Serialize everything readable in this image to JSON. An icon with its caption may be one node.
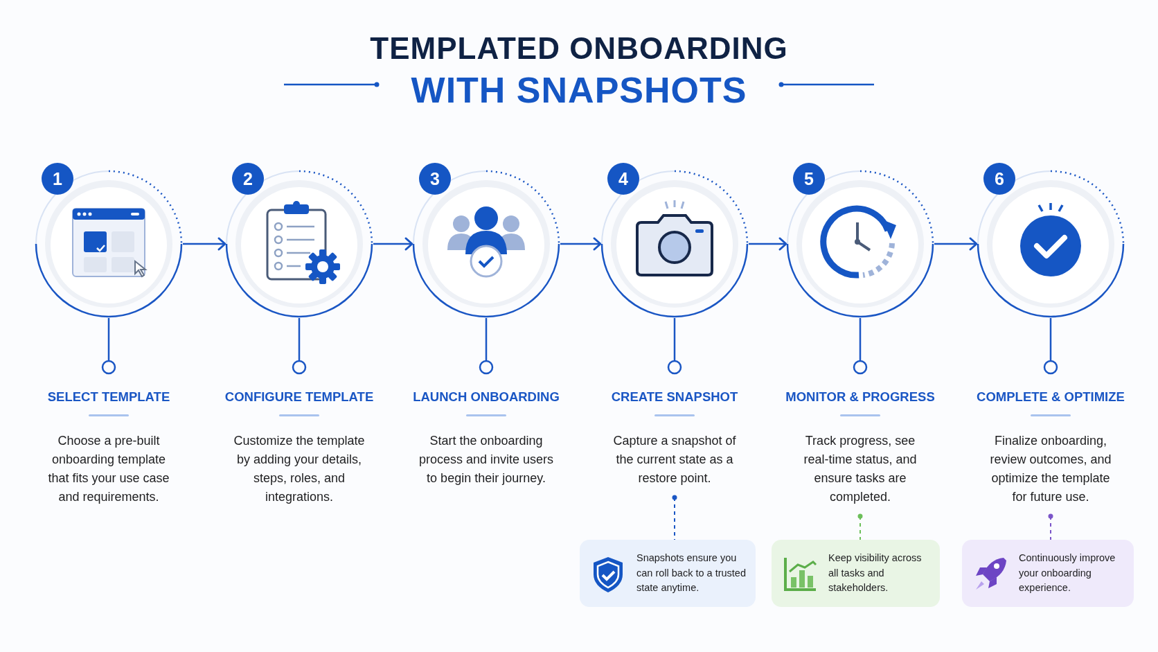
{
  "diagram": {
    "title": "TEMPLATED ONBOARDING WITH SNAPSHOTS",
    "nodes": [
      {
        "text": [
          "1"
        ]
      },
      {
        "text": [],
        "shape": "circle"
      },
      {
        "text": [
          "SELECT TEMPLATE",
          "Choose a pre-built onboarding template that fits your use case and requirements."
        ]
      },
      {
        "text": [
          "2"
        ]
      },
      {
        "text": [],
        "shape": "circle"
      },
      {
        "text": [
          "CONFIGURE TEMPLATE",
          "Customize the template by adding your details, steps, roles, and integrations."
        ]
      },
      {
        "text": [
          "3"
        ]
      },
      {
        "text": [],
        "shape": "circle"
      },
      {
        "text": [
          "LAUNCH ONBOARDING",
          "Start the onboarding process and invite users to begin their journey."
        ]
      },
      {
        "text": [
          "4"
        ]
      },
      {
        "text": [],
        "shape": "circle"
      },
      {
        "text": [
          "CREATE SNAPSHOT",
          "Capture a snapshot of the current state as a restore point."
        ]
      },
      {
        "text": [
          "5"
        ]
      },
      {
        "text": [],
        "shape": "circle"
      },
      {
        "text": [
          "MONITOR & PROGRESS",
          "Track progress, see real-time status, and ensure tasks are completed."
        ]
      },
      {
        "text": [
          "6"
        ]
      },
      {
        "text": [],
        "shape": "circle"
      },
      {
        "text": [
          "COMPLETE & OPTIMIZE",
          "Finalize onboarding, review outcomes, and optimize the template for future use."
        ]
      },
      {
        "text": [
          "Snapshots ensure you can roll back to a trusted state anytime."
        ]
      },
      {
        "text": [
          "Keep visibility across all tasks and stakeholders."
        ]
      },
      {
        "text": [
          "Continuously improve your onboarding experience."
        ]
      }
    ],
    "edges": [
      {
        "from": 1,
        "to": 4,
        "arrow": "to"
      },
      {
        "from": 4,
        "to": 7,
        "arrow": "to"
      },
      {
        "from": 7,
        "to": 10,
        "arrow": "to"
      },
      {
        "from": 10,
        "to": 13,
        "arrow": "to"
      },
      {
        "from": 13,
        "to": 16,
        "arrow": "to"
      },
      {
        "from": 2,
        "to": 1,
        "arrow": "other"
      },
      {
        "from": 5,
        "to": 4,
        "arrow": "other"
      },
      {
        "from": 8,
        "to": 7,
        "arrow": "other"
      },
      {
        "from": 11,
        "to": 10,
        "arrow": "other"
      },
      {
        "from": 14,
        "to": 13,
        "arrow": "other"
      },
      {
        "from": 17,
        "to": 16,
        "arrow": "other"
      },
      {
        "from": 11,
        "to": 18,
        "arrow": "other",
        "style": "dashed"
      },
      {
        "from": 14,
        "to": 19,
        "arrow": "other",
        "style": "dashed",
        "color": "#6cbf5a"
      },
      {
        "from": 17,
        "to": 20,
        "arrow": "other",
        "style": "dashed",
        "color": "#7b55c9"
      }
    ]
  }
}
